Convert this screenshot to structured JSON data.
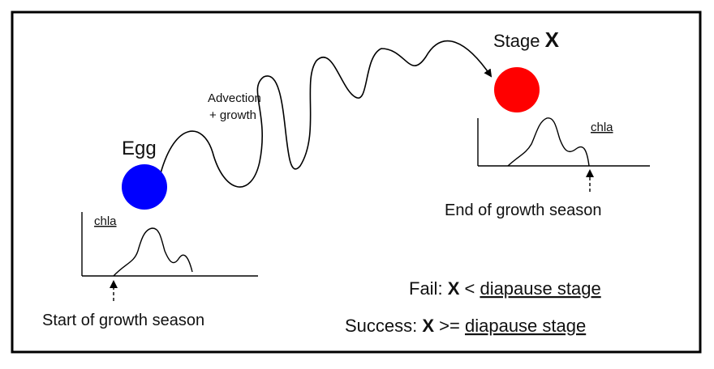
{
  "egg": {
    "label": "Egg",
    "color": "#0000ff"
  },
  "stage": {
    "prefix": "Stage ",
    "variable": "X",
    "color": "#ff0000"
  },
  "path": {
    "label_line1": "Advection",
    "label_line2": "+ growth"
  },
  "left_plot": {
    "ylabel": "chla",
    "marker_label": "Start of growth season"
  },
  "right_plot": {
    "ylabel": "chla",
    "marker_label": "End of growth season"
  },
  "outcomes": {
    "fail": {
      "prefix": "Fail: ",
      "variable": "X",
      "suffix": " < ",
      "term": "diapause stage"
    },
    "success": {
      "prefix": "Success: ",
      "variable": "X",
      "suffix": " >= ",
      "term": "diapause stage"
    }
  }
}
